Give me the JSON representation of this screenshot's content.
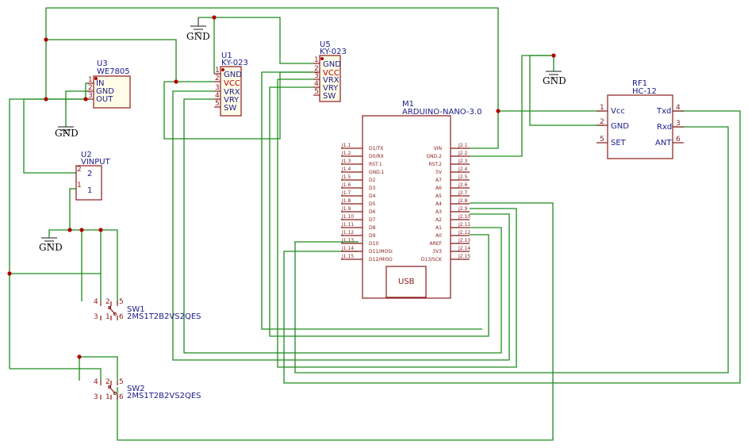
{
  "ground_label": "GND",
  "u3": {
    "ref": "U3",
    "value": "WE7805",
    "pins": [
      {
        "num": "1",
        "name": "IN"
      },
      {
        "num": "2",
        "name": "GND"
      },
      {
        "num": "3",
        "name": "OUT"
      }
    ]
  },
  "u2": {
    "ref": "U2",
    "value": "VINPUT",
    "pins": [
      {
        "num": "2",
        "name": "2"
      },
      {
        "num": "1",
        "name": "1"
      }
    ]
  },
  "u1": {
    "ref": "U1",
    "value": "KY-023",
    "pins": [
      {
        "num": "1",
        "name": "GND"
      },
      {
        "num": "2",
        "name": "VCC"
      },
      {
        "num": "3",
        "name": "VRX"
      },
      {
        "num": "4",
        "name": "VRY"
      },
      {
        "num": "5",
        "name": "SW"
      }
    ]
  },
  "u5": {
    "ref": "U5",
    "value": "KY-023",
    "pins": [
      {
        "num": "1",
        "name": "GND"
      },
      {
        "num": "2",
        "name": "VCC"
      },
      {
        "num": "3",
        "name": "VRX"
      },
      {
        "num": "4",
        "name": "VRY"
      },
      {
        "num": "5",
        "name": "SW"
      }
    ]
  },
  "m1": {
    "ref": "M1",
    "value": "ARDUINO-NANO-3.0",
    "usb": "USB",
    "left_pins": [
      {
        "num": "J1.1",
        "name": "D1/TX"
      },
      {
        "num": "J1.2",
        "name": "D0/RX"
      },
      {
        "num": "J1.3",
        "name": "RST.1"
      },
      {
        "num": "J1.4",
        "name": "GND.1"
      },
      {
        "num": "J1.5",
        "name": "D2"
      },
      {
        "num": "J1.6",
        "name": "D3"
      },
      {
        "num": "J1.7",
        "name": "D4"
      },
      {
        "num": "J1.8",
        "name": "D5"
      },
      {
        "num": "J1.9",
        "name": "D6"
      },
      {
        "num": "J1.10",
        "name": "D7"
      },
      {
        "num": "J1.11",
        "name": "D8"
      },
      {
        "num": "J1.12",
        "name": "D9"
      },
      {
        "num": "J1.13",
        "name": "D10"
      },
      {
        "num": "J1.14",
        "name": "D11/MOSI"
      },
      {
        "num": "J1.15",
        "name": "D12/MISO"
      }
    ],
    "right_pins": [
      {
        "num": "J2.1",
        "name": "VIN"
      },
      {
        "num": "J2.2",
        "name": "GND.2"
      },
      {
        "num": "J2.3",
        "name": "RST.2"
      },
      {
        "num": "J2.4",
        "name": "5V"
      },
      {
        "num": "J2.5",
        "name": "A7"
      },
      {
        "num": "J2.6",
        "name": "A6"
      },
      {
        "num": "J2.7",
        "name": "A5"
      },
      {
        "num": "J2.8",
        "name": "A4"
      },
      {
        "num": "J2.9",
        "name": "A3"
      },
      {
        "num": "J2.10",
        "name": "A2"
      },
      {
        "num": "J2.11",
        "name": "A1"
      },
      {
        "num": "J2.12",
        "name": "A0"
      },
      {
        "num": "J2.13",
        "name": "AREF"
      },
      {
        "num": "J2.14",
        "name": "3V3"
      },
      {
        "num": "J2.15",
        "name": "D13/SCK"
      }
    ]
  },
  "rf1": {
    "ref": "RF1",
    "value": "HC-12",
    "left_pins": [
      {
        "num": "1",
        "name": "Vcc"
      },
      {
        "num": "2",
        "name": "GND"
      },
      {
        "num": "5",
        "name": "SET"
      }
    ],
    "right_pins": [
      {
        "num": "4",
        "name": "Txd"
      },
      {
        "num": "3",
        "name": "Rxd"
      },
      {
        "num": "6",
        "name": "ANT"
      }
    ]
  },
  "sw1": {
    "ref": "SW1",
    "value": "2MS1T2B2VS2QES",
    "pins": [
      "4",
      "2",
      "5",
      "3",
      "1",
      "6"
    ]
  },
  "sw2": {
    "ref": "SW2",
    "value": "2MS1T2B2VS2QES",
    "pins": [
      "4",
      "2",
      "5",
      "3",
      "1",
      "6"
    ]
  }
}
